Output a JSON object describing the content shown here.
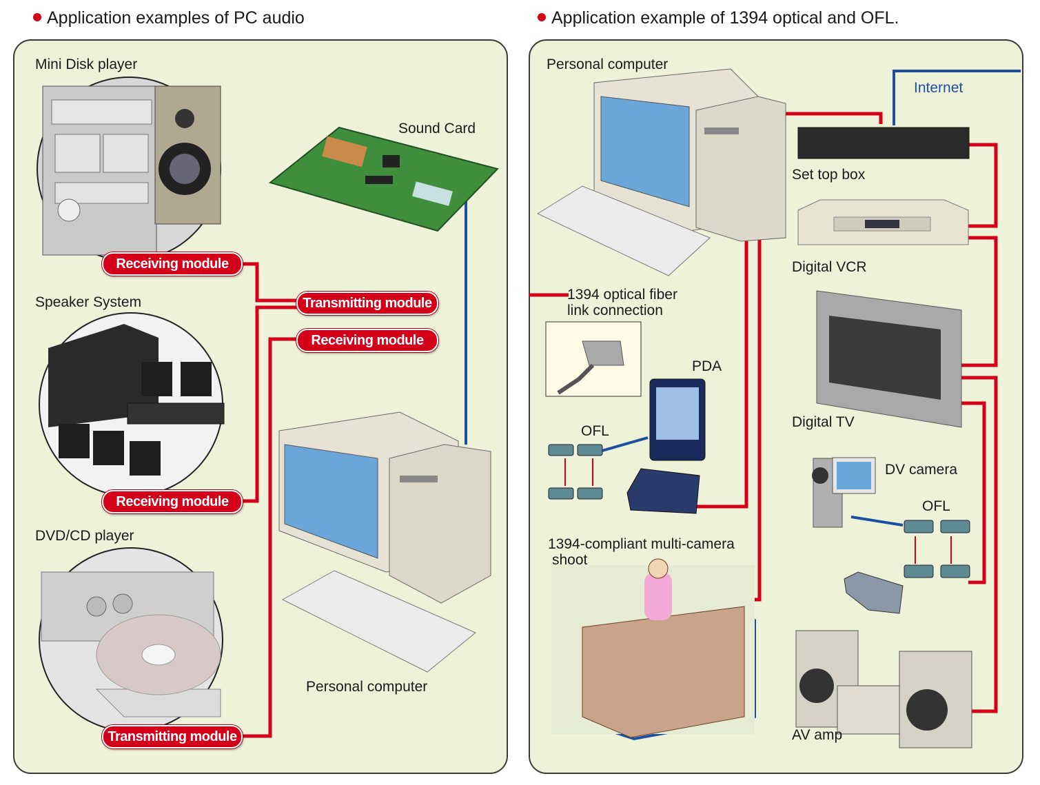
{
  "left": {
    "heading": "Application examples of PC audio",
    "labels": {
      "mini_disk": "Mini Disk player",
      "sound_card": "Sound Card",
      "speaker_system": "Speaker System",
      "dvd_cd": "DVD/CD player",
      "personal_computer": "Personal computer"
    },
    "modules": {
      "receiving_1": "Receiving module",
      "transmitting_1": "Transmitting module",
      "receiving_2": "Receiving module",
      "receiving_3": "Receiving module",
      "transmitting_2": "Transmitting module"
    }
  },
  "right": {
    "heading": "Application example of 1394 optical and OFL.",
    "labels": {
      "personal_computer": "Personal computer",
      "internet": "Internet",
      "set_top_box": "Set top box",
      "digital_vcr": "Digital VCR",
      "fiber_link_1": "1394 optical fiber",
      "fiber_link_2": "link connection",
      "pda": "PDA",
      "ofl_1": "OFL",
      "digital_tv": "Digital TV",
      "dv_camera": "DV camera",
      "ofl_2": "OFL",
      "multicam_1": "1394-compliant multi-camera",
      "multicam_2": "shoot",
      "av_amp": "AV amp"
    }
  },
  "colors": {
    "panel_bg": "#eef2d8",
    "fiber_red": "#d4001a",
    "signal_blue": "#1f4fa0",
    "bullet_red": "#d4001a"
  }
}
